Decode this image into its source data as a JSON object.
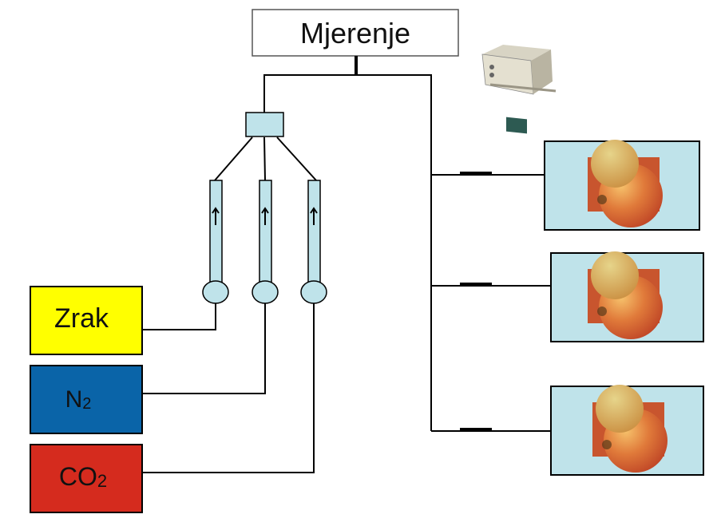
{
  "title": "Mjerenje",
  "gas_sources": [
    {
      "label": "Zrak",
      "subscript": "",
      "color": "#FFFF00"
    },
    {
      "label": "N",
      "subscript": "2",
      "color": "#0A64A8"
    },
    {
      "label": "CO",
      "subscript": "2",
      "color": "#D52B1E"
    }
  ],
  "colors": {
    "line": "#000000",
    "equipment": "#BFE3EA",
    "chamber": "#BFE3EA",
    "title_border": "#555555"
  },
  "icons": {
    "analyzer": "gas-analyzer-device-icon",
    "produce": "apple-photo-icon"
  },
  "flowmeter_count": 3,
  "chamber_count": 3
}
